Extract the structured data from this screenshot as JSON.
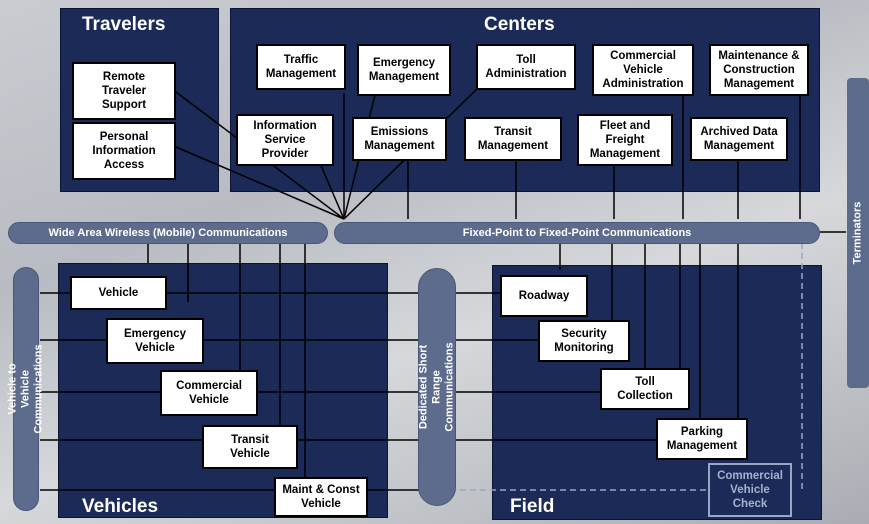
{
  "panels": {
    "travelers": "Travelers",
    "centers": "Centers",
    "vehicles": "Vehicles",
    "field": "Field"
  },
  "travelers": {
    "remote": "Remote\nTraveler\nSupport",
    "personal": "Personal\nInformation\nAccess"
  },
  "centers": {
    "traffic": "Traffic\nManagement",
    "emergency": "Emergency\nManagement",
    "toll_admin": "Toll\nAdministration",
    "cva": "Commercial\nVehicle\nAdministration",
    "maint": "Maintenance &\nConstruction\nManagement",
    "isp": "Information\nService\nProvider",
    "emissions": "Emissions\nManagement",
    "transit": "Transit\nManagement",
    "fleet": "Fleet and\nFreight\nManagement",
    "archived": "Archived Data\nManagement"
  },
  "vehicles": {
    "vehicle": "Vehicle",
    "emergency": "Emergency\nVehicle",
    "commercial": "Commercial\nVehicle",
    "transit": "Transit\nVehicle",
    "maint": "Maint & Const\nVehicle"
  },
  "field": {
    "roadway": "Roadway",
    "security": "Security\nMonitoring",
    "toll": "Toll\nCollection",
    "parking": "Parking\nManagement",
    "cvc": "Commercial\nVehicle\nCheck"
  },
  "comms": {
    "wide_area": "Wide Area Wireless (Mobile) Communications",
    "fixed_point": "Fixed-Point to Fixed-Point Communications",
    "v2v": "Vehicle to Vehicle Communications",
    "dsrc": "Dedicated Short Range\nCommunications",
    "terminators": "Terminators"
  },
  "colors": {
    "panel": "#1b2a57",
    "pill": "#5d6c8c",
    "wire": "#000000",
    "dashed_wire": "#9aa6c6"
  }
}
